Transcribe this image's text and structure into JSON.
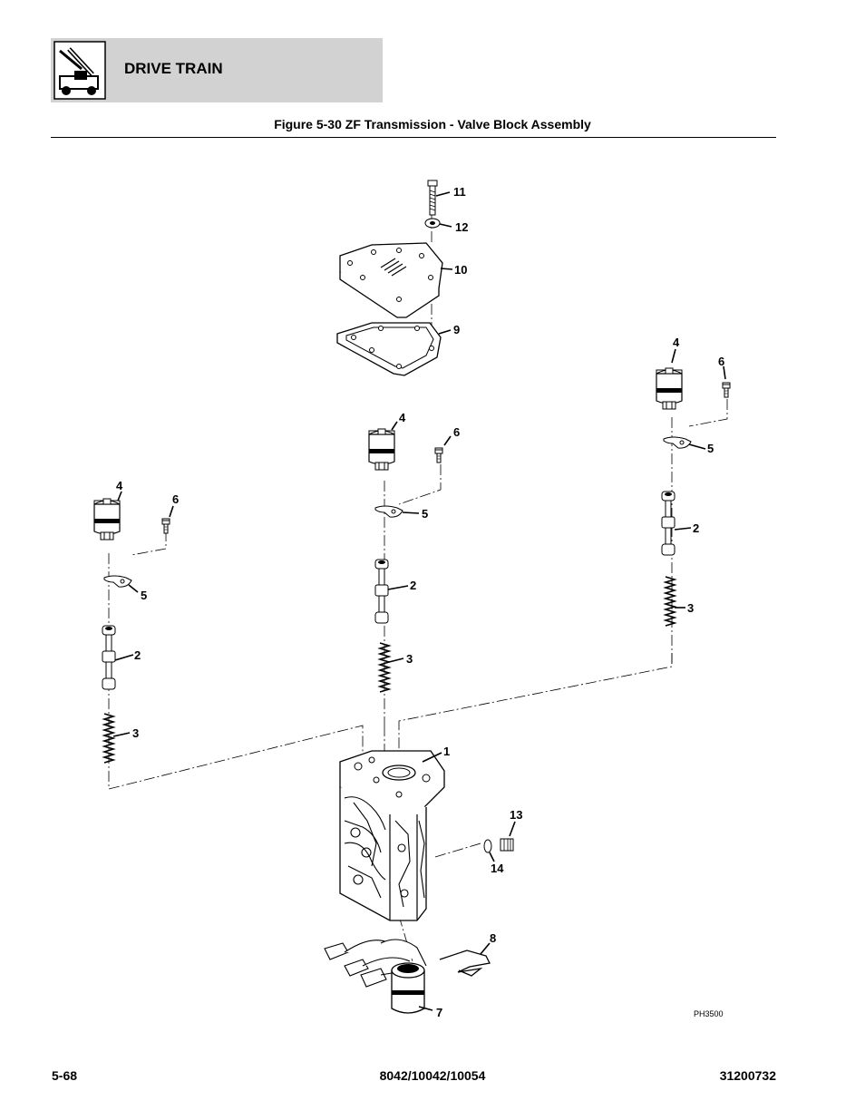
{
  "header": {
    "section_title": "DRIVE TRAIN",
    "logo_icon": "telehandler-icon"
  },
  "figure": {
    "title": "Figure 5-30 ZF Transmission - Valve Block Assembly",
    "image_code": "PH3500"
  },
  "callouts": [
    "11",
    "12",
    "10",
    "9",
    "4",
    "6",
    "5",
    "2",
    "3",
    "1",
    "13",
    "14",
    "8",
    "7"
  ],
  "footer": {
    "page_number": "5-68",
    "models": "8042/10042/10054",
    "manual_number": "31200732"
  }
}
